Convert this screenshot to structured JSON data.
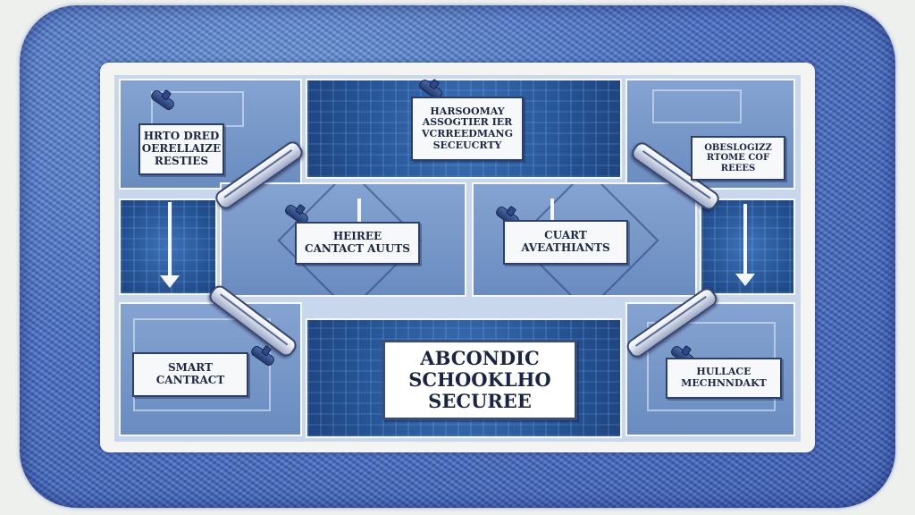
{
  "labels": {
    "top_left": [
      "HRTO DRED",
      "OERELLAIZE",
      "RESTIES"
    ],
    "top_center": [
      "HARSOOMAY",
      "ASSOGTIER IER",
      "VCRREEDMANG",
      "SECEUCRTY"
    ],
    "top_right": [
      "OBESLOGIZZ",
      "RTOME COF",
      "REEES"
    ],
    "mid_left": [
      "HEIREE",
      "CANTACT AUUTS"
    ],
    "mid_right": [
      "CUART",
      "AVEATHIANTS"
    ],
    "bottom_left": [
      "SMART",
      "CANTRACT"
    ],
    "bottom_right": [
      "HULLACE",
      "MECHNNDAKT"
    ]
  },
  "center": {
    "lines": [
      "ABCONDIC",
      "SCHOOKLHO",
      "SECUREE"
    ]
  },
  "colors": {
    "frame": "#4a73c4",
    "panel_light": "#6f93c9",
    "panel_dark": "#24508f",
    "label_border": "#2b3f6e"
  }
}
